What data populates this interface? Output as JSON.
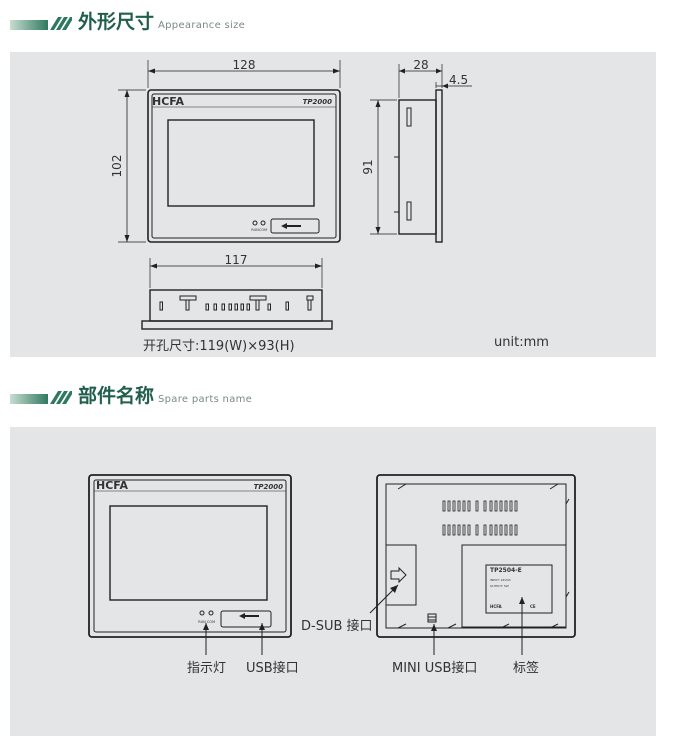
{
  "section1": {
    "title": "外形尺寸",
    "subtitle": "Appearance size",
    "dimensions": {
      "front_width": "128",
      "front_height": "102",
      "side_depth": "28",
      "side_bezel": "4.5",
      "side_height": "91",
      "bottom_width": "117"
    },
    "cutout": "开孔尺寸:119(W)×93(H)",
    "unit": "unit:mm",
    "brand": "HCFA",
    "model_badge": "TP2000",
    "led_labels": [
      "RUN",
      "COM"
    ]
  },
  "section2": {
    "title": "部件名称",
    "subtitle": "Spare parts name",
    "brand": "HCFA",
    "model_badge": "TP2000",
    "led_labels": [
      "RUN",
      "COM"
    ],
    "back_label": {
      "model": "TP2504-E",
      "input": "INPUT: 24VDC",
      "output": "OUTPUT: 5W",
      "brand": "HCFA",
      "cert": "CE"
    },
    "callouts": {
      "indicator": "指示灯",
      "usb": "USB接口",
      "dsub": "D-SUB 接口",
      "mini_usb": "MINI USB接口",
      "label": "标签"
    }
  },
  "colors": {
    "accent": "#1f5f4b",
    "header_bar_start": "#c8dcd2",
    "header_bar_end": "#2f7a5f",
    "panel_bg": "#e3e5e6",
    "line": "#222222"
  }
}
